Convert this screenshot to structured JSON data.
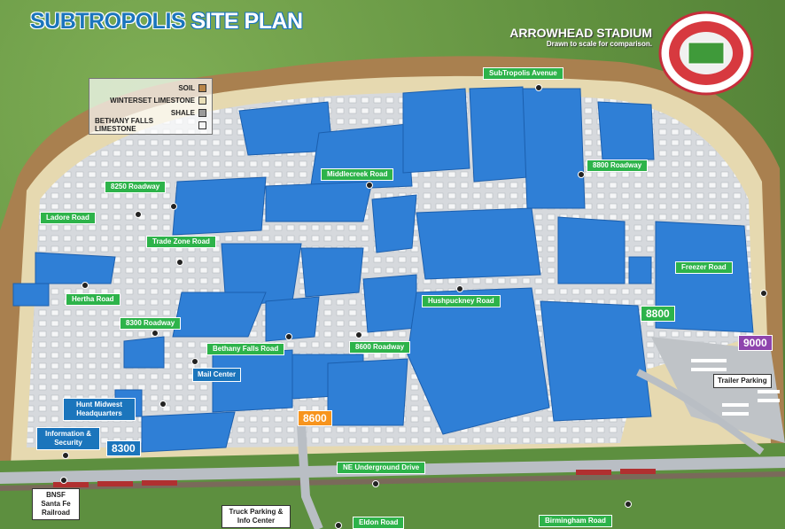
{
  "title": {
    "part1": "SUBTROPOLIS",
    "part2": "SITE PLAN"
  },
  "legend": [
    {
      "label": "SOIL",
      "color": "#b9864a"
    },
    {
      "label": "WINTERSET LIMESTONE",
      "color": "#e9dfb8"
    },
    {
      "label": "SHALE",
      "color": "#9a9a9a"
    },
    {
      "label": "BETHANY FALLS LIMESTONE",
      "color": "#f4f4f4"
    }
  ],
  "stadium": {
    "title": "ARROWHEAD STADIUM",
    "subtitle": "Drawn to scale for comparison."
  },
  "roads": {
    "subtropolis_avenue": "SubTropolis Avenue",
    "r8800_roadway": "8800 Roadway",
    "middlecreek": "Middlecreek Road",
    "r8250_roadway": "8250 Roadway",
    "ladore": "Ladore Road",
    "trade_zone": "Trade Zone Road",
    "freezer": "Freezer Road",
    "hertha": "Hertha Road",
    "hushpuckney": "Hushpuckney Road",
    "r8300_roadway": "8300 Roadway",
    "bethany_falls": "Bethany Falls Road",
    "r8600_roadway": "8600 Roadway",
    "ne_underground": "NE Underground Drive",
    "eldon": "Eldon Road",
    "birmingham": "Birmingham Road"
  },
  "places": {
    "mail_center": "Mail Center",
    "hunt_midwest": "Hunt Midwest Headquarters",
    "information": "Information & Security",
    "trailer_parking": "Trailer Parking",
    "bnsf": "BNSF Santa Fe Railroad",
    "truck_parking": "Truck Parking & Info Center"
  },
  "entrances": {
    "e8300": {
      "label": "8300",
      "color": "#1b75bc"
    },
    "e8600": {
      "label": "8600",
      "color": "#f7941d"
    },
    "e8800": {
      "label": "8800",
      "color": "#2db34a"
    },
    "e9000": {
      "label": "9000",
      "color": "#8e44ad"
    }
  }
}
